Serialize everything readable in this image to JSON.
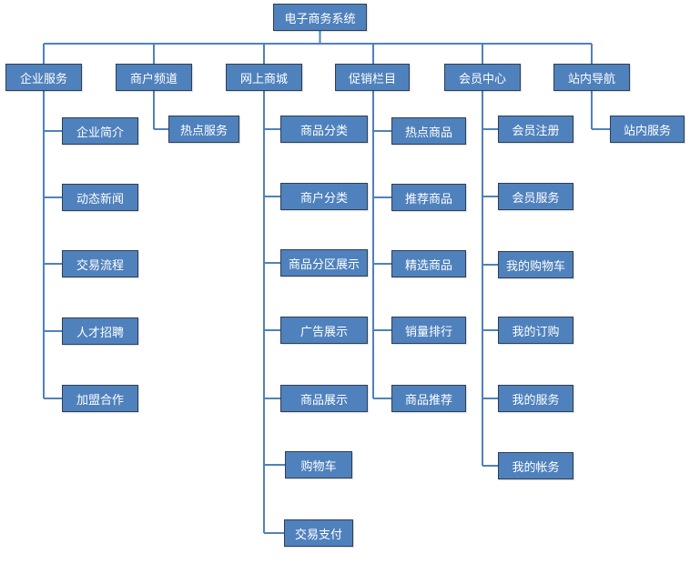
{
  "colors": {
    "node_fill": "#4f81bd",
    "node_border": "#2f3f52",
    "connector": "#4f81bd",
    "text": "#ffffff"
  },
  "root": {
    "label": "电子商务系统"
  },
  "branches": [
    {
      "label": "企业服务",
      "children": [
        "企业简介",
        "动态新闻",
        "交易流程",
        "人才招聘",
        "加盟合作"
      ]
    },
    {
      "label": "商户频道",
      "children": [
        "热点服务"
      ]
    },
    {
      "label": "网上商城",
      "children": [
        "商品分类",
        "商户分类",
        "商品分区展示",
        "广告展示",
        "商品展示",
        "购物车",
        "交易支付"
      ]
    },
    {
      "label": "促销栏目",
      "children": [
        "热点商品",
        "推荐商品",
        "精选商品",
        "销量排行",
        "商品推荐"
      ]
    },
    {
      "label": "会员中心",
      "children": [
        "会员注册",
        "会员服务",
        "我的购物车",
        "我的订购",
        "我的服务",
        "我的帐务"
      ]
    },
    {
      "label": "站内导航",
      "children": [
        "站内服务"
      ]
    }
  ]
}
